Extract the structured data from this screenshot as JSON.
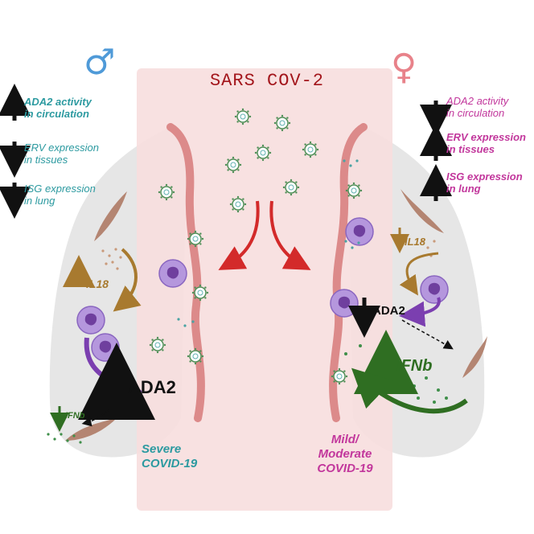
{
  "title": "SARS COV-2",
  "male": {
    "symbol": "♂",
    "legend": [
      {
        "line1": "ADA2 activity",
        "line2": "in circulation",
        "direction": "up",
        "emphasis": true
      },
      {
        "line1": "ERV expression",
        "line2": "in tissues",
        "direction": "down",
        "emphasis": false
      },
      {
        "line1": "ISG expression",
        "line2": "in lung",
        "direction": "down",
        "emphasis": false
      }
    ],
    "il18": "IL18",
    "ada2": "ADA2",
    "ifnb": "IFNb",
    "outcome_line1": "Severe",
    "outcome_line2": "COVID-19"
  },
  "female": {
    "symbol": "♀",
    "legend": [
      {
        "line1": "ADA2 activity",
        "line2": "in circulation",
        "direction": "down",
        "emphasis": false
      },
      {
        "line1": "ERV expression",
        "line2": "in tissues",
        "direction": "up",
        "emphasis": true
      },
      {
        "line1": "ISG expression",
        "line2": "in lung",
        "direction": "up",
        "emphasis": true
      }
    ],
    "il18": "IL18",
    "ada2": "ADA2",
    "ifnb": "IFNb",
    "outcome_line1": "Mild/",
    "outcome_line2": "Moderate",
    "outcome_line3": "COVID-19"
  },
  "colors": {
    "male": "#2c9aa0",
    "female": "#c2379c",
    "title": "#a3161c",
    "virus_arrow": "#d32a2a",
    "il18": "#a87a2f",
    "macrophage": "#9b6fc7",
    "ifnb": "#2f6e22"
  }
}
